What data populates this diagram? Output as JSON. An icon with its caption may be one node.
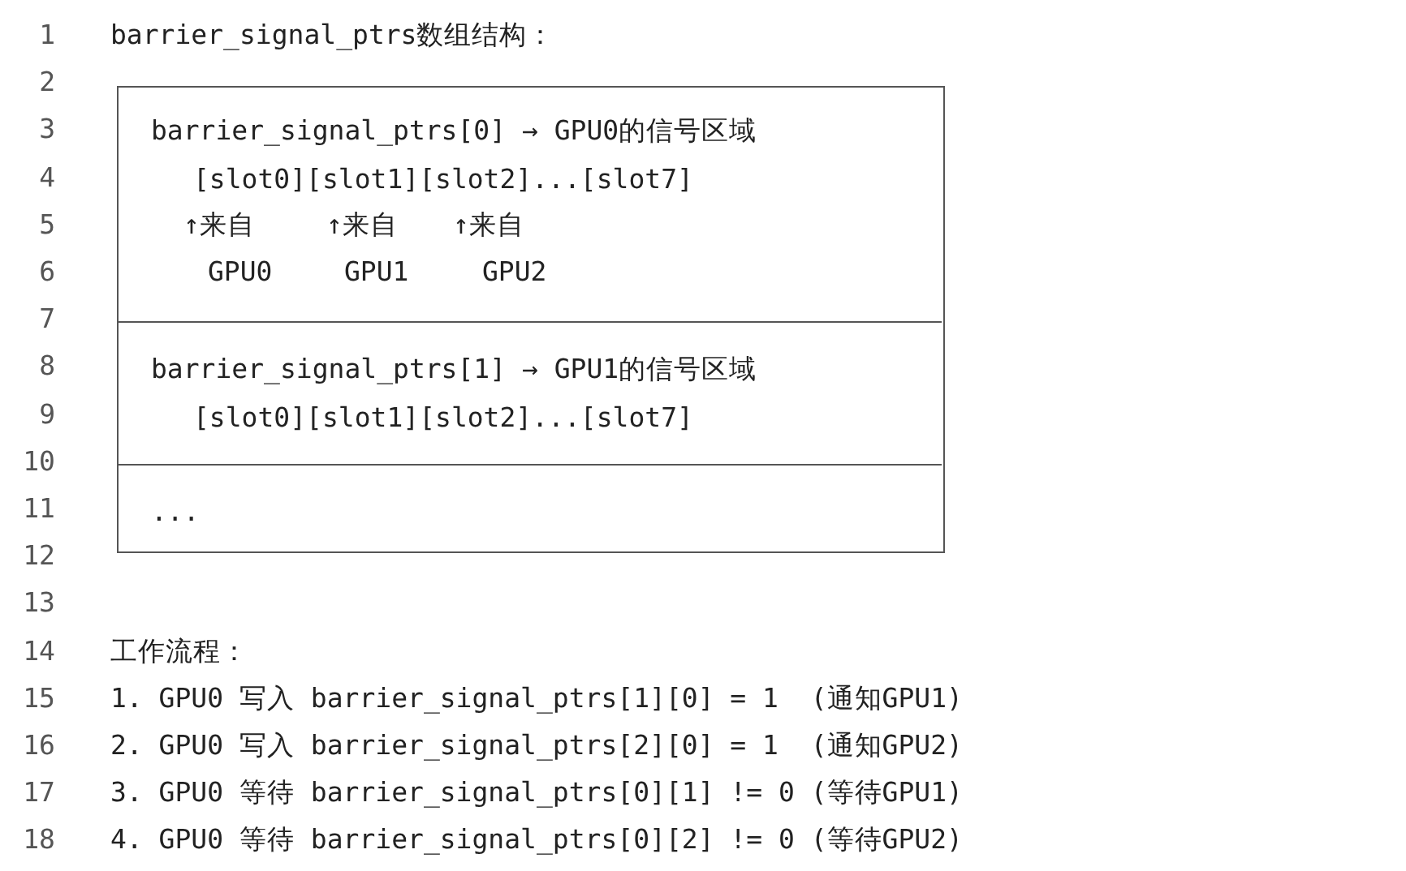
{
  "diagram": {
    "title": "barrier_signal_ptrs数组结构：",
    "nodes": [
      {
        "text": [],
        "shape": "box"
      },
      {
        "text": [
          "barrier_signal_ptrs[0] → GPU0的信号区域",
          "[slot0][slot1][slot2]...[slot7]"
        ],
        "in": 0
      },
      {
        "text": [
          "barrier_signal_ptrs[1] → GPU1的信号区域",
          "[slot0][slot1][slot2]...[slot7]"
        ],
        "in": 0
      },
      {
        "text": [
          "..."
        ],
        "in": 0
      }
    ],
    "edges": [],
    "labels": [
      "1",
      "2",
      "3",
      "4",
      "5",
      "6",
      "7",
      "8",
      "9",
      "10",
      "11",
      "12",
      "13",
      "14",
      "15",
      "16",
      "17",
      "18",
      "↑来自",
      "↑来自",
      "↑来自",
      "GPU0",
      "GPU1",
      "GPU2",
      "工作流程：",
      "1. GPU0 写入 barrier_signal_ptrs[1][0] = 1  (通知GPU1)",
      "2. GPU0 写入 barrier_signal_ptrs[2][0] = 1  (通知GPU2)",
      "3. GPU0 等待 barrier_signal_ptrs[0][1] != 0 (等待GPU1)",
      "4. GPU0 等待 barrier_signal_ptrs[0][2] != 0 (等待GPU2)"
    ]
  }
}
